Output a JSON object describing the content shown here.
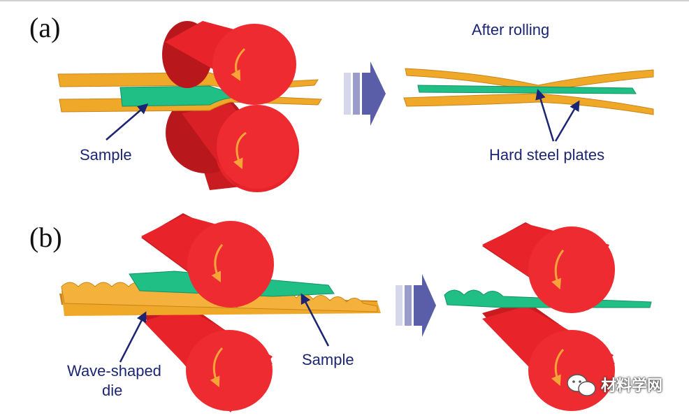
{
  "labels": {
    "panel_a": "(a)",
    "panel_b": "(b)",
    "after_rolling": "After rolling",
    "sample_a": "Sample",
    "hard_steel_plates": "Hard steel plates",
    "wave_shaped_die": [
      "Wave-shaped",
      "die"
    ],
    "sample_b": "Sample",
    "watermark": "材料学网"
  },
  "colors": {
    "roller": "#e8242a",
    "roller_dark": "#b8171c",
    "rotation_arrow": "#f6a43a",
    "steel_plate": "#f0a829",
    "steel_plate_dark": "#c98419",
    "sample": "#1fbf86",
    "sample_dark": "#129264",
    "arrow_block": "#5a5ea9",
    "label_text": "#1c2573"
  },
  "icons": {
    "process_arrow": "right-block-arrow-icon",
    "rotation": "curved-rotation-arrow-icon",
    "watermark": "wechat-icon"
  }
}
